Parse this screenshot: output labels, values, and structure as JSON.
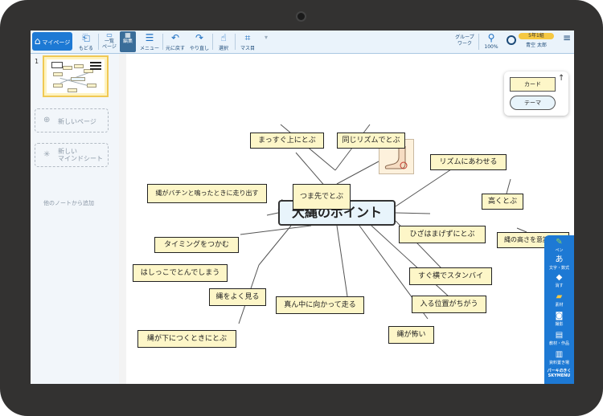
{
  "toolbar": {
    "mypage": "マイページ",
    "back": "もどる",
    "list_top": "一覧",
    "page_label": "ページ",
    "edit_top": "編集",
    "menu": "メニュー",
    "undo": "元に戻す",
    "redo": "やり直し",
    "select": "選択",
    "grid": "マス目",
    "group_work": "グループワーク",
    "zoom": "100%",
    "class_badge": "5年1組",
    "user_name": "青空 太郎"
  },
  "sidebar": {
    "page_number": "1",
    "new_page": "新しいページ",
    "new_mindsheet_1": "新しい",
    "new_mindsheet_2": "マインドシート",
    "add_from_note": "他のノートから追加"
  },
  "card_panel": {
    "card": "カード",
    "theme": "テーマ"
  },
  "mindmap": {
    "theme": "大縄のポイント",
    "cards": [
      {
        "id": "c1",
        "text": "まっすぐ上にとぶ"
      },
      {
        "id": "c2",
        "text": "同じリズムでとぶ"
      },
      {
        "id": "c3",
        "text": "リズムにあわせる"
      },
      {
        "id": "c4",
        "text": "縄がバチンと鳴ったときに走り出す"
      },
      {
        "id": "c5",
        "text": "つま先でとぶ"
      },
      {
        "id": "c6",
        "text": "高くとぶ"
      },
      {
        "id": "c7",
        "text": "ひざはまげずにとぶ"
      },
      {
        "id": "c8",
        "text": "縄の高さを意識する"
      },
      {
        "id": "c9",
        "text": "タイミングをつかむ"
      },
      {
        "id": "c10",
        "text": "はしっこでとんでしまう"
      },
      {
        "id": "c11",
        "text": "すぐ横でスタンバイ"
      },
      {
        "id": "c12",
        "text": "縄をよく見る"
      },
      {
        "id": "c13",
        "text": "真ん中に向かって走る"
      },
      {
        "id": "c14",
        "text": "入る位置がちがう"
      },
      {
        "id": "c15",
        "text": "縄が怖い"
      },
      {
        "id": "c16",
        "text": "縄が下につくときにとぶ"
      }
    ]
  },
  "right_tools": {
    "pen": "ペン",
    "text": "文字・数式",
    "erase": "消す",
    "material": "素材",
    "photo": "撮影",
    "textbook": "教材・作品",
    "copy": "資料置き場",
    "brand_top": "パーキのきく",
    "brand": "SKYMENU"
  },
  "colors": {
    "accent": "#1d79d4",
    "card_fill": "#fdf6c8",
    "theme_fill": "#e8f4fb",
    "highlight": "#f0c954"
  }
}
